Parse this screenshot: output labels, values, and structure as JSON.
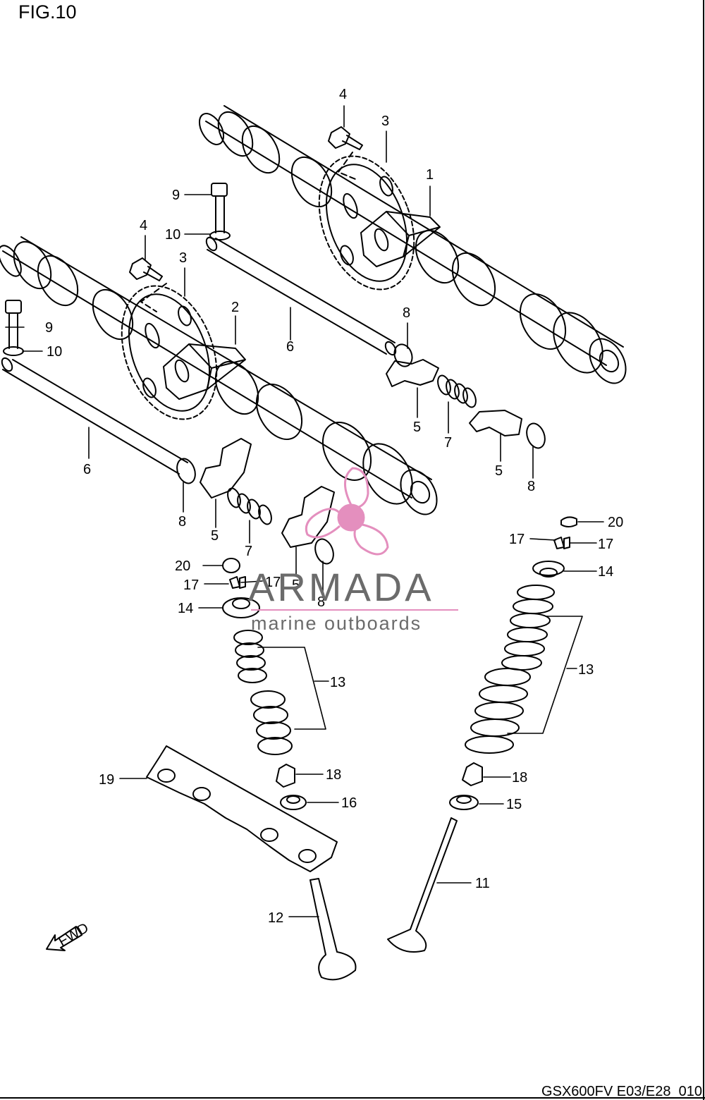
{
  "figure": {
    "title": "FIG.10",
    "code": "GSX600FV E03/E28_010"
  },
  "watermark": {
    "brand": "ARMADA",
    "tagline": "marine outboards",
    "accent_color": "#e48fbe",
    "text_color": "#6b6b6b"
  },
  "direction_arrow": {
    "label": "FWD",
    "icon": "fwd-arrow-icon"
  },
  "callouts": [
    "1",
    "2",
    "3",
    "3",
    "4",
    "4",
    "5",
    "5",
    "5",
    "5",
    "6",
    "6",
    "7",
    "7",
    "8",
    "8",
    "8",
    "8",
    "9",
    "9",
    "10",
    "10",
    "11",
    "12",
    "13",
    "13",
    "14",
    "14",
    "15",
    "16",
    "17",
    "17",
    "17",
    "17",
    "18",
    "18",
    "19",
    "20",
    "20"
  ],
  "colors": {
    "line": "#000000",
    "background": "#ffffff"
  }
}
